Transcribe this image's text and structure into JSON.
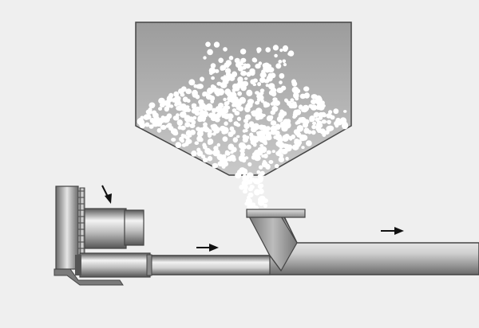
{
  "diagram": {
    "kind": "pneumatic-conveying-system",
    "components": [
      "side-channel-blower",
      "feed-hopper",
      "conveying-pipe",
      "feed-slide-gate"
    ],
    "flow_arrows": 3,
    "colors": {
      "background": "#efefef",
      "outline": "#444444",
      "metal_light": "#f4f4f4",
      "metal_mid": "#a9a9a9",
      "metal_dark": "#5d5d5d",
      "particles": "#ffffff"
    }
  }
}
